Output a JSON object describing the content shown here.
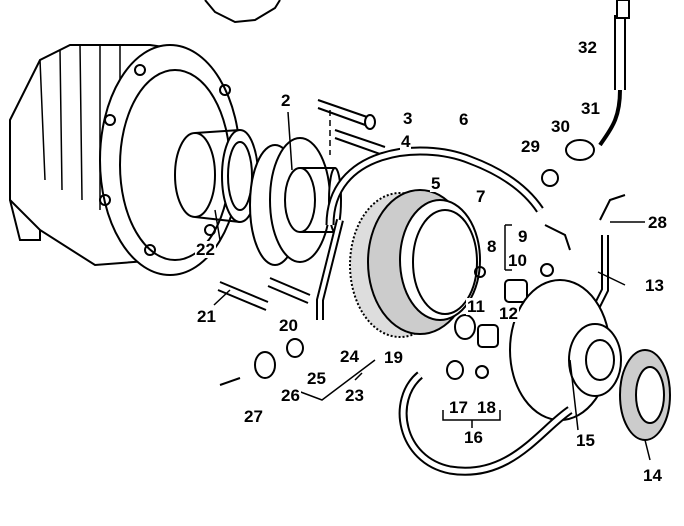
{
  "diagram": {
    "type": "exploded-parts-view",
    "part_numbers": [
      "2",
      "3",
      "4",
      "5",
      "6",
      "7",
      "8",
      "9",
      "10",
      "11",
      "12",
      "13",
      "14",
      "15",
      "16",
      "17",
      "18",
      "19",
      "20",
      "21",
      "22",
      "23",
      "24",
      "25",
      "26",
      "27",
      "28",
      "29",
      "30",
      "31",
      "32"
    ],
    "colors": {
      "ink": "#000000",
      "paper": "#ffffff"
    }
  }
}
